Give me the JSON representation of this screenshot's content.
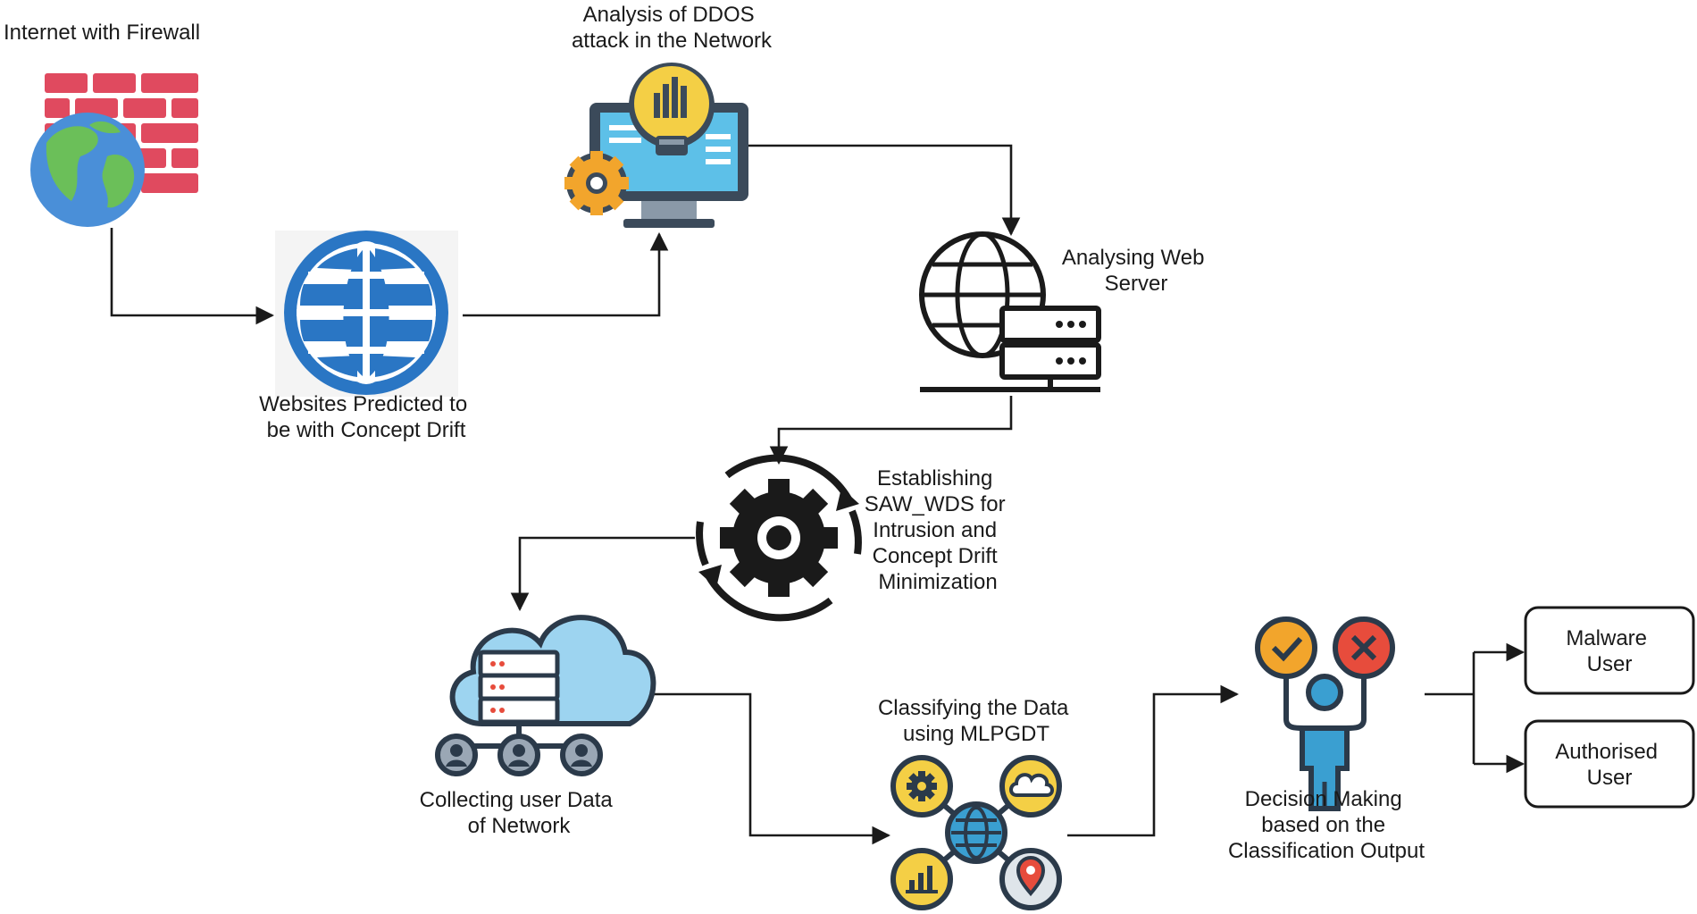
{
  "nodes": {
    "firewall": {
      "label": "Internet with Firewall"
    },
    "ddos": {
      "label_lines": [
        "Analysis of DDOS",
        "attack in the Network"
      ]
    },
    "websites": {
      "label_lines": [
        "Websites Predicted to",
        "be with Concept Drift"
      ]
    },
    "webserver": {
      "label_lines": [
        "Analysing Web",
        "Server"
      ]
    },
    "sawwds": {
      "label_lines": [
        "Establishing",
        "SAW_WDS for",
        "Intrusion and",
        "Concept Drift",
        "Minimization"
      ]
    },
    "collect": {
      "label_lines": [
        "Collecting user Data",
        "of Network"
      ]
    },
    "classify": {
      "label_lines": [
        "Classifying the Data",
        "using MLPGDT"
      ]
    },
    "decision": {
      "label_lines": [
        "Decision Making",
        "based on the",
        "Classification Output"
      ]
    },
    "malware": {
      "label_lines": [
        "Malware",
        "User"
      ]
    },
    "authorised": {
      "label_lines": [
        "Authorised",
        "User"
      ]
    }
  },
  "icons": {
    "firewall": "globe-brick-wall-icon",
    "websites": "world-wide-web-globe-icon",
    "ddos": "monitor-lightbulb-gear-icon",
    "webserver": "globe-server-icon",
    "sawwds": "gear-cycle-icon",
    "collect": "cloud-database-users-icon",
    "classify": "network-hub-icon",
    "decision": "person-check-cross-icon"
  },
  "colors": {
    "wall_red": "#e04a5f",
    "globe_blue": "#4a8fd8",
    "land_green": "#6bbf59",
    "web_blue": "#2a76c4",
    "bulb_yellow": "#f4cf45",
    "gear_orange": "#f2a52c",
    "screen_blue": "#5dc0e8",
    "cloud_blue": "#9dd4f0",
    "cross_red": "#e74c3c",
    "person_teal": "#3a9fd1"
  }
}
